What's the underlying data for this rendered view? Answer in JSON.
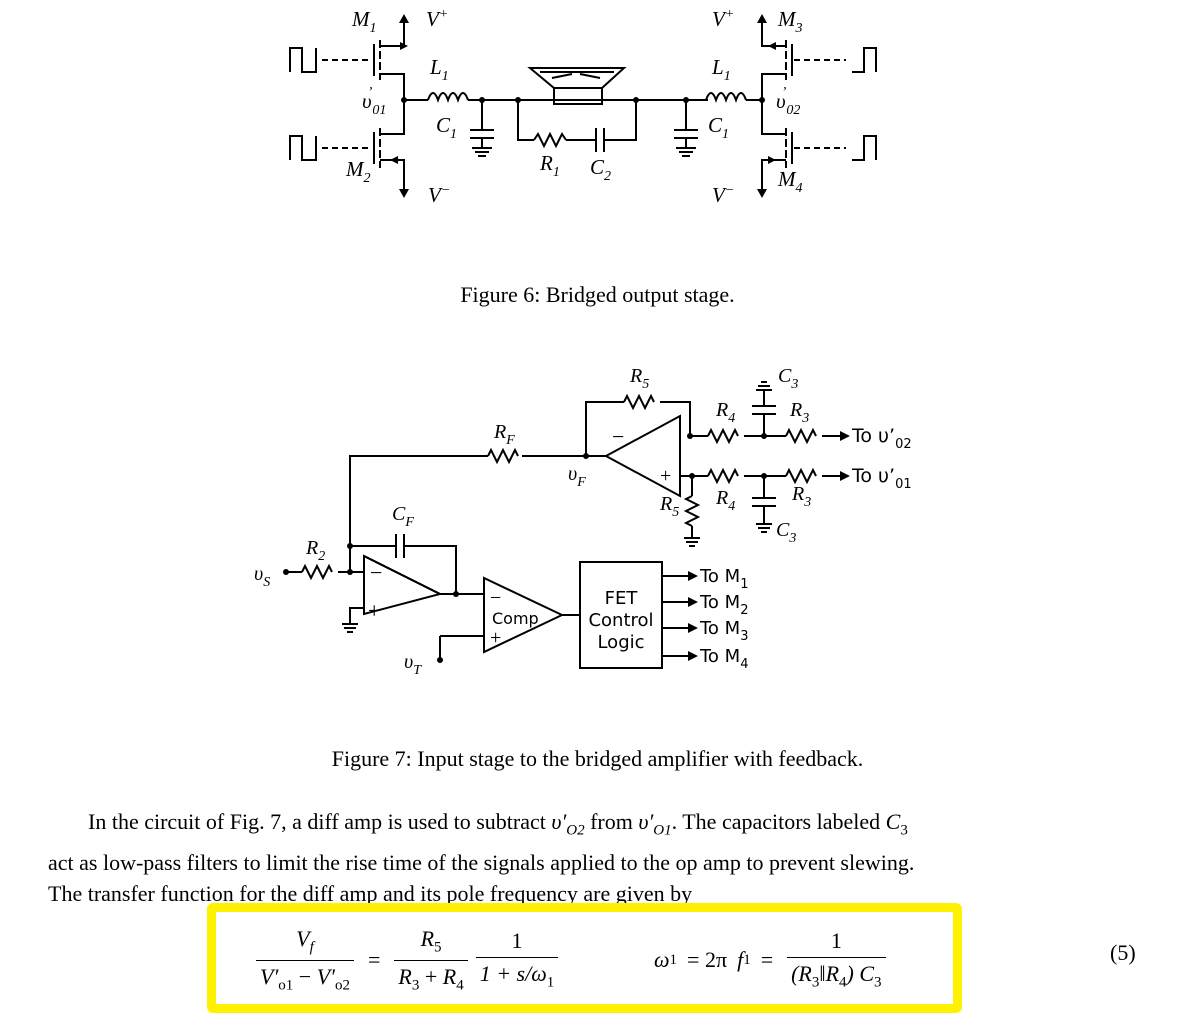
{
  "figure6": {
    "caption": "Figure 6: Bridged output stage.",
    "labels": {
      "m1": "M",
      "m1_sub": "1",
      "m2": "M",
      "m2_sub": "2",
      "m3": "M",
      "m3_sub": "3",
      "m4": "M",
      "m4_sub": "4",
      "vplus_left": "V",
      "vplus_right": "V",
      "plus": "+",
      "vminus_left": "V",
      "vminus_right": "V",
      "minus": "−",
      "l1_left": "L",
      "l1_right": "L",
      "l1_sub": "1",
      "c1_left": "C",
      "c1_right": "C",
      "c1_sub": "1",
      "v01": "υ",
      "v01_sub": "01",
      "v02": "υ",
      "v02_sub": "02",
      "prime": "’",
      "r1": "R",
      "r1_sub": "1",
      "c2": "C",
      "c2_sub": "2"
    }
  },
  "figure7": {
    "caption": "Figure 7: Input stage to the bridged amplifier with feedback.",
    "labels": {
      "r5_top": "R",
      "r5_sub": "5",
      "r4_top": "R",
      "r4_sub": "4",
      "r3_top": "R",
      "r3_sub": "3",
      "c3_top": "C",
      "c3_sub": "3",
      "to_v02": "To υ’",
      "to_v02_sub": "02",
      "to_v01": "To υ’",
      "to_v01_sub": "01",
      "rf": "R",
      "rf_sub": "F",
      "vf": "υ",
      "vf_sub": "F",
      "r5_bot": "R",
      "r4_bot": "R",
      "r3_bot": "R",
      "c3_bot": "C",
      "cf": "C",
      "cf_sub": "F",
      "r2": "R",
      "r2_sub": "2",
      "vs": "υ",
      "vs_sub": "S",
      "vt": "υ",
      "vt_sub": "T",
      "comp": "Comp",
      "fet_line1": "FET",
      "fet_line2": "Control",
      "fet_line3": "Logic",
      "to_m1": "To M",
      "to_m1_sub": "1",
      "to_m2": "To M",
      "to_m2_sub": "2",
      "to_m3": "To M",
      "to_m3_sub": "3",
      "to_m4": "To M",
      "to_m4_sub": "4",
      "minus": "−",
      "plus": "+"
    }
  },
  "paragraph": {
    "line1_a": "In the circuit of Fig. 7, a diff amp is used to subtract ",
    "line1_v1": "υ′",
    "line1_v1_sub": "O2",
    "line1_b": " from ",
    "line1_v2": "υ′",
    "line1_v2_sub": "O1",
    "line1_c": ". The capacitors labeled ",
    "line1_c3": "C",
    "line1_c3_sub": "3",
    "line2": "act as low-pass filters to limit the rise time of the signals applied to the op amp to prevent slewing.",
    "line3": "The transfer function for the diff amp and its pole frequency are given by"
  },
  "equation": {
    "lhs_num": "V",
    "lhs_num_sub": "f",
    "lhs_den": "V′",
    "lhs_den_sub1": "o1",
    "lhs_den_minus": " − ",
    "lhs_den2": "V′",
    "lhs_den_sub2": "o2",
    "equals": "=",
    "rhs_num": "R",
    "rhs_num_sub": "5",
    "rhs_den": "R",
    "rhs_den_sub1": "3",
    "rhs_den_plus": " + ",
    "rhs_den2": "R",
    "rhs_den_sub2": "4",
    "one": "1",
    "pole_den": "1 + s/ω",
    "pole_den_sub": "1",
    "omega": "ω",
    "omega_sub": "1",
    "equals2": "= 2π",
    "f1": "f",
    "f1_sub": "1",
    "equals3": "=",
    "one2": "1",
    "w_den_a": "(R",
    "w_den_sub1": "3",
    "w_den_par": "‖",
    "w_den_b": "R",
    "w_den_sub2": "4",
    "w_den_c": ") C",
    "w_den_sub3": "3",
    "number": "(5)"
  }
}
